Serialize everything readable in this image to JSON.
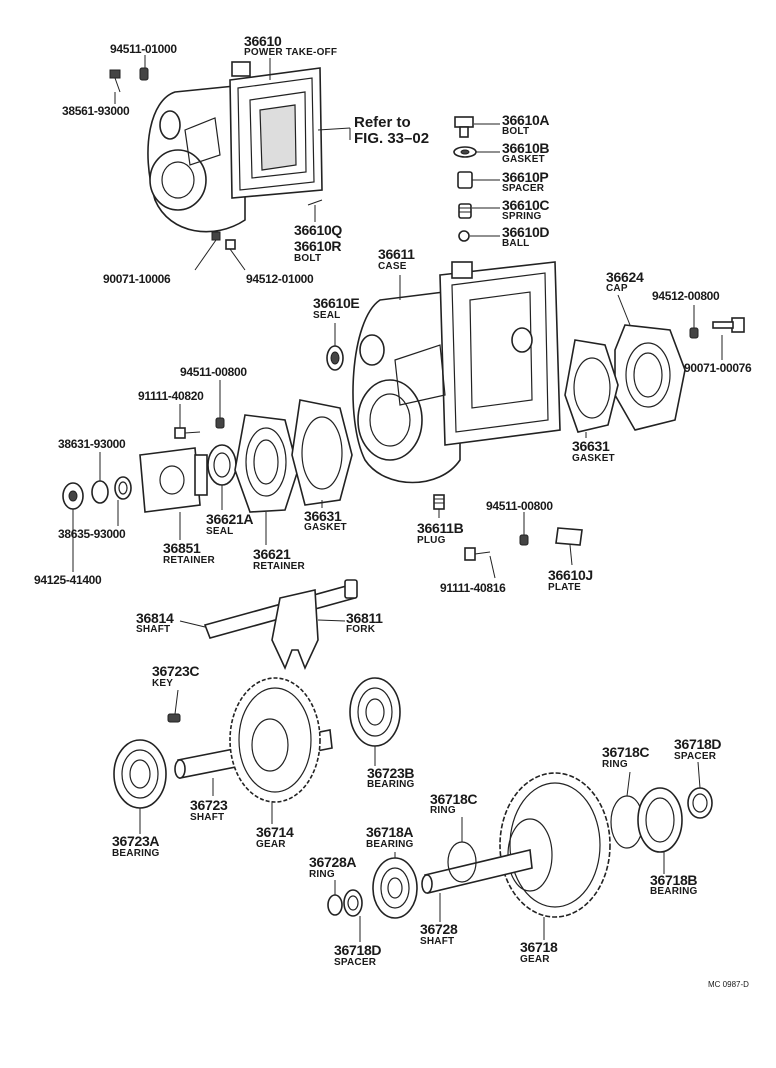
{
  "diagram": {
    "ref_text_1": "Refer to",
    "ref_text_2": "FIG. 33–02",
    "footer_code": "MC 0987-D",
    "parts": {
      "p36610": {
        "number": "36610",
        "name": "POWER TAKE-OFF"
      },
      "p94511_01000": {
        "number": "94511-01000"
      },
      "p38561_93000": {
        "number": "38561-93000"
      },
      "p36610A": {
        "number": "36610A",
        "name": "BOLT"
      },
      "p36610B": {
        "number": "36610B",
        "name": "GASKET"
      },
      "p36610P": {
        "number": "36610P",
        "name": "SPACER"
      },
      "p36610C": {
        "number": "36610C",
        "name": "SPRING"
      },
      "p36610D": {
        "number": "36610D",
        "name": "BALL"
      },
      "p36610Q": {
        "number": "36610Q"
      },
      "p36610R": {
        "number": "36610R",
        "name": "BOLT"
      },
      "p90071_10006": {
        "number": "90071-10006"
      },
      "p94512_01000": {
        "number": "94512-01000"
      },
      "p36611": {
        "number": "36611",
        "name": "CASE"
      },
      "p36624": {
        "number": "36624",
        "name": "CAP"
      },
      "p94512_00800": {
        "number": "94512-00800"
      },
      "p90071_00076": {
        "number": "90071-00076"
      },
      "p36610E": {
        "number": "36610E",
        "name": "SEAL"
      },
      "p94511_00800a": {
        "number": "94511-00800"
      },
      "p91111_40820": {
        "number": "91111-40820"
      },
      "p38631_93000": {
        "number": "38631-93000"
      },
      "p38635_93000": {
        "number": "38635-93000"
      },
      "p94125_41400": {
        "number": "94125-41400"
      },
      "p36851": {
        "number": "36851",
        "name": "RETAINER"
      },
      "p36621A": {
        "number": "36621A",
        "name": "SEAL"
      },
      "p36621": {
        "number": "36621",
        "name": "RETAINER"
      },
      "p36631a": {
        "number": "36631",
        "name": "GASKET"
      },
      "p36631b": {
        "number": "36631",
        "name": "GASKET"
      },
      "p36611B": {
        "number": "36611B",
        "name": "PLUG"
      },
      "p94511_00800b": {
        "number": "94511-00800"
      },
      "p91111_40816": {
        "number": "91111-40816"
      },
      "p36610J": {
        "number": "36610J",
        "name": "PLATE"
      },
      "p36814": {
        "number": "36814",
        "name": "SHAFT"
      },
      "p36811": {
        "number": "36811",
        "name": "FORK"
      },
      "p36723C": {
        "number": "36723C",
        "name": "KEY"
      },
      "p36723B": {
        "number": "36723B",
        "name": "BEARING"
      },
      "p36723": {
        "number": "36723",
        "name": "SHAFT"
      },
      "p36714": {
        "number": "36714",
        "name": "GEAR"
      },
      "p36723A": {
        "number": "36723A",
        "name": "BEARING"
      },
      "p36718C_a": {
        "number": "36718C",
        "name": "RING"
      },
      "p36718D_a": {
        "number": "36718D",
        "name": "SPACER"
      },
      "p36718C_b": {
        "number": "36718C",
        "name": "RING"
      },
      "p36718B": {
        "number": "36718B",
        "name": "BEARING"
      },
      "p36718A": {
        "number": "36718A",
        "name": "BEARING"
      },
      "p36728A": {
        "number": "36728A",
        "name": "RING"
      },
      "p36718D_b": {
        "number": "36718D",
        "name": "SPACER"
      },
      "p36728": {
        "number": "36728",
        "name": "SHAFT"
      },
      "p36718": {
        "number": "36718",
        "name": "GEAR"
      }
    }
  }
}
